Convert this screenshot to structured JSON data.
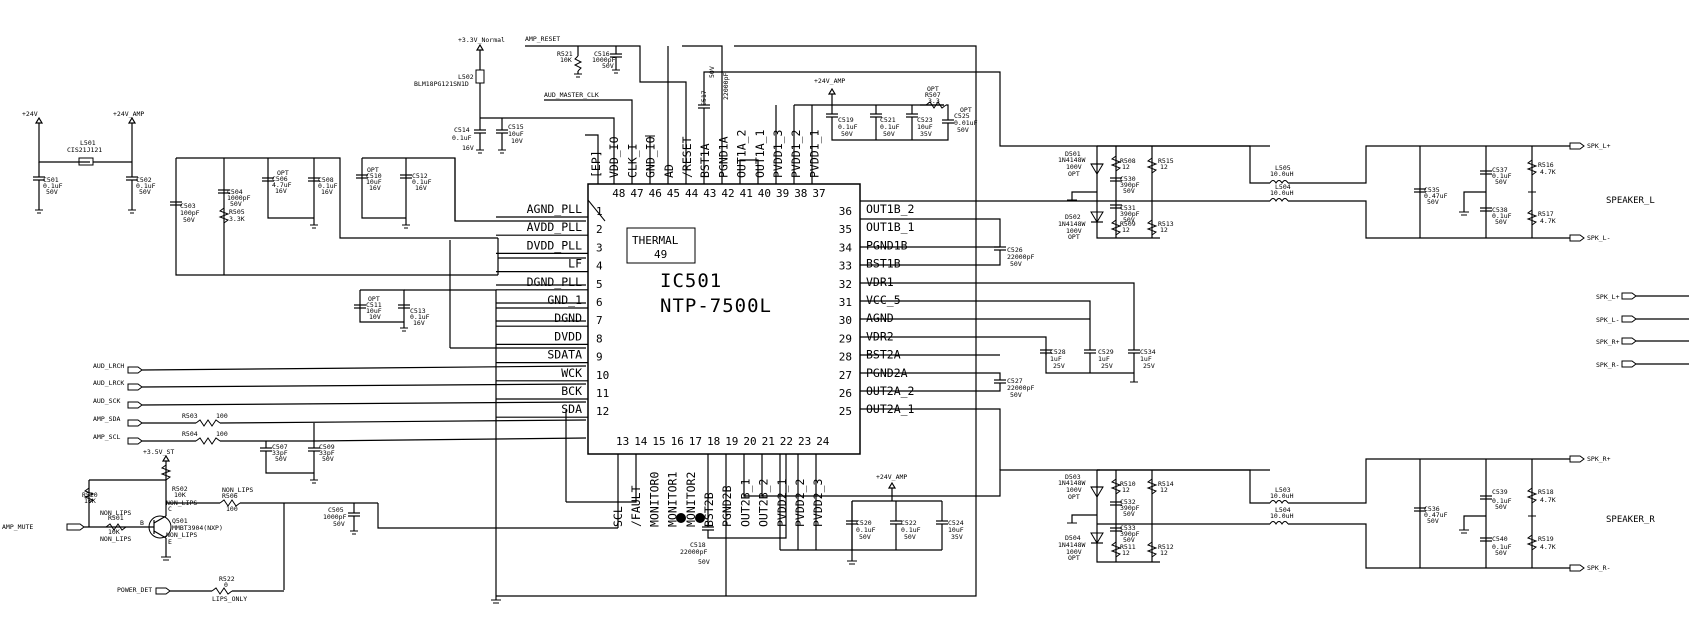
{
  "ic": {
    "ref": "IC501",
    "part": "NTP-7500L",
    "thermal_name": "THERMAL",
    "thermal_pin": "49",
    "left_pins": [
      {
        "name": "AGND_PLL",
        "num": "1"
      },
      {
        "name": "AVDD_PLL",
        "num": "2"
      },
      {
        "name": "DVDD_PLL",
        "num": "3"
      },
      {
        "name": "LF",
        "num": "4"
      },
      {
        "name": "DGND_PLL",
        "num": "5"
      },
      {
        "name": "GND_1",
        "num": "6"
      },
      {
        "name": "DGND",
        "num": "7"
      },
      {
        "name": "DVDD",
        "num": "8"
      },
      {
        "name": "SDATA",
        "num": "9"
      },
      {
        "name": "WCK",
        "num": "10"
      },
      {
        "name": "BCK",
        "num": "11"
      },
      {
        "name": "SDA",
        "num": "12"
      }
    ],
    "right_pins": [
      {
        "name": "OUT1B_2",
        "num": "36"
      },
      {
        "name": "OUT1B_1",
        "num": "35"
      },
      {
        "name": "PGND1B",
        "num": "34"
      },
      {
        "name": "BST1B",
        "num": "33"
      },
      {
        "name": "VDR1",
        "num": "32"
      },
      {
        "name": "VCC_5",
        "num": "31"
      },
      {
        "name": "AGND",
        "num": "30"
      },
      {
        "name": "VDR2",
        "num": "29"
      },
      {
        "name": "BST2A",
        "num": "28"
      },
      {
        "name": "PGND2A",
        "num": "27"
      },
      {
        "name": "OUT2A_2",
        "num": "26"
      },
      {
        "name": "OUT2A_1",
        "num": "25"
      }
    ],
    "top_pins": [
      {
        "name": "[EP]",
        "num": ""
      },
      {
        "name": "VDD_IO",
        "num": "48"
      },
      {
        "name": "CLK_I",
        "num": "47"
      },
      {
        "name": "GND_IO",
        "num": "46"
      },
      {
        "name": "AD",
        "num": "45"
      },
      {
        "name": "/RESET",
        "num": "44"
      },
      {
        "name": "BST1A",
        "num": "43"
      },
      {
        "name": "PGND1A",
        "num": "42"
      },
      {
        "name": "OUT1A_2",
        "num": "41"
      },
      {
        "name": "OUT1A_1",
        "num": "40"
      },
      {
        "name": "PVDD1_3",
        "num": "39"
      },
      {
        "name": "PVDD1_2",
        "num": "38"
      },
      {
        "name": "PVDD1_1",
        "num": "37"
      }
    ],
    "bottom_pins": [
      {
        "name": "SCL",
        "num": "13"
      },
      {
        "name": "/FAULT",
        "num": "14"
      },
      {
        "name": "MONITOR0",
        "num": "15"
      },
      {
        "name": "MONITOR1",
        "num": "16"
      },
      {
        "name": "MONITOR2",
        "num": "17"
      },
      {
        "name": "BST2B",
        "num": "18"
      },
      {
        "name": "PGND2B",
        "num": "19"
      },
      {
        "name": "OUT2B_1",
        "num": "20"
      },
      {
        "name": "OUT2B_2",
        "num": "21"
      },
      {
        "name": "PVDD2_1",
        "num": "22"
      },
      {
        "name": "PVDD2_2",
        "num": "23"
      },
      {
        "name": "PVDD2_3",
        "num": "24"
      }
    ]
  },
  "nets": {
    "p24v": "+24V",
    "p24v_amp": "+24V_AMP",
    "p24v_amp_top": "+24V_AMP",
    "p24v_amp_bot": "+24V_AMP",
    "p33v_normal": "+3.3V_Normal",
    "p35v_st": "+3.5V_ST",
    "amp_reset": "AMP_RESET",
    "aud_master_clk": "AUD_MASTER_CLK",
    "aud_lrch": "AUD_LRCH",
    "aud_lrck": "AUD_LRCK",
    "aud_sck": "AUD_SCK",
    "amp_sda": "AMP_SDA",
    "amp_scl": "AMP_SCL",
    "amp_mute": "AMP_MUTE",
    "power_det": "POWER_DET",
    "non_lips_1": "NON_LIPS",
    "non_lips_2": "NON_LIPS",
    "non_lips_3": "NON_LIPS",
    "non_lips_4": "NON_LIPS",
    "lips_only": "LIPS_ONLY",
    "spk_l_plus": "SPK_L+",
    "spk_l_minus": "SPK_L-",
    "spk_r_plus": "SPK_R+",
    "spk_r_minus": "SPK_R-",
    "spk_l_plus_2": "SPK_L+",
    "spk_l_minus_2": "SPK_L-",
    "spk_r_plus_2": "SPK_R+",
    "spk_r_minus_2": "SPK_R-"
  },
  "labels": {
    "speaker_l": "SPEAKER_L",
    "speaker_r": "SPEAKER_R"
  },
  "components": {
    "L501": "L501",
    "L501_v": "CIS21J121",
    "L502": "L502",
    "L502_v": "BLM18PG121SN1D",
    "C501": "C501",
    "C501_v": "0.1uF",
    "C501_r": "50V",
    "C502": "C502",
    "C502_v": "0.1uF",
    "C502_r": "50V",
    "C503": "C503",
    "C503_v": "100pF",
    "C503_r": "50V",
    "C504": "C504",
    "C504_v": "1000pF",
    "C504_r": "50V",
    "R505": "R505",
    "R505_v": "3.3K",
    "C506": "C506",
    "C506_v": "4.7uF",
    "C506_r": "16V",
    "opt_506": "OPT",
    "C508": "C508",
    "C508_v": "0.1uF",
    "C508_r": "16V",
    "C510": "C510",
    "C510_v": "10uF",
    "C510_r": "16V",
    "opt_510": "OPT",
    "C512": "C512",
    "C512_v": "0.1uF",
    "C512_r": "16V",
    "C514": "C514",
    "C514_v": "0.1uF",
    "C514_r": "16V",
    "C515": "C515",
    "C515_v": "10uF",
    "C515_r": "10V",
    "R521": "R521",
    "R521_v": "10K",
    "C516": "C516",
    "C516_v": "1000pF",
    "C516_r": "50V",
    "C517": "C517",
    "C517_v": "22000pF",
    "C517_r": "50V",
    "C519": "C519",
    "C519_v": "0.1uF",
    "C519_r": "50V",
    "C521": "C521",
    "C521_v": "0.1uF",
    "C521_r": "50V",
    "C523": "C523",
    "C523_v": "10uF",
    "C523_r": "35V",
    "R507": "R507",
    "R507_v": "3.3",
    "opt_507": "OPT",
    "C525": "C525",
    "C525_v": "0.01uF",
    "C525_r": "50V",
    "opt_525": "OPT",
    "C511": "C511",
    "C511_v": "10uF",
    "C511_r": "10V",
    "opt_511": "OPT",
    "C513": "C513",
    "C513_v": "0.1uF",
    "C513_r": "16V",
    "R503": "R503",
    "R503_v": "100",
    "R504": "R504",
    "R504_v": "100",
    "C507": "C507",
    "C507_v": "33pF",
    "C507_r": "50V",
    "C509": "C509",
    "C509_v": "33pF",
    "C509_r": "50V",
    "R520": "R520",
    "R520_v": "10K",
    "R502": "R502",
    "R502_v": "10K",
    "R501": "R501",
    "R501_v": "10K",
    "Q501": "Q501",
    "Q501_v": "MMBT3904(NXP)",
    "R506": "R506",
    "R506_v": "100",
    "C505": "C505",
    "C505_v": "1000pF",
    "C505_r": "50V",
    "R522": "R522",
    "R522_v": "0",
    "C518": "C518",
    "C518_v": "22000pF",
    "C518_r": "50V",
    "C520": "C520",
    "C520_v": "0.1uF",
    "C520_r": "50V",
    "C522": "C522",
    "C522_v": "0.1uF",
    "C522_r": "50V",
    "C524": "C524",
    "C524_v": "10uF",
    "C524_r": "35V",
    "C526": "C526",
    "C526_v": "22000pF",
    "C526_r": "50V",
    "C527": "C527",
    "C527_v": "22000pF",
    "C527_r": "50V",
    "C528": "C528",
    "C528_v": "1uF",
    "C528_r": "25V",
    "C529": "C529",
    "C529_v": "1uF",
    "C529_r": "25V",
    "C534": "C534",
    "C534_v": "1uF",
    "C534_r": "25V",
    "D501": "D501",
    "D501_v": "1N4148W",
    "D501_r": "100V",
    "D501_o": "OPT",
    "D502": "D502",
    "D502_v": "1N4148W",
    "D502_r": "100V",
    "D502_o": "OPT",
    "D503": "D503",
    "D503_v": "1N4148W",
    "D503_r": "100V",
    "D503_o": "OPT",
    "D504": "D504",
    "D504_v": "1N4148W",
    "D504_r": "100V",
    "D504_o": "OPT",
    "R508": "R508",
    "R508_v": "12",
    "R509": "R509",
    "R509_v": "12",
    "R510": "R510",
    "R510_v": "12",
    "R511": "R511",
    "R511_v": "12",
    "R512": "R512",
    "R512_v": "12",
    "R513": "R513",
    "R513_v": "12",
    "R514": "R514",
    "R514_v": "12",
    "R515": "R515",
    "R515_v": "12",
    "C530": "C530",
    "C530_v": "390pF",
    "C530_r": "50V",
    "C531": "C531",
    "C531_v": "390pF",
    "C531_r": "50V",
    "C532": "C532",
    "C532_v": "390pF",
    "C532_r": "50V",
    "C533": "C533",
    "C533_v": "390pF",
    "C533_r": "50V",
    "L505": "L505",
    "L505_v": "10.0uH",
    "L504a": "L504",
    "L504a_v": "10.0uH",
    "L503": "L503",
    "L503_v": "10.0uH",
    "L504b": "L504",
    "L504b_v": "10.0uH",
    "C535": "C535",
    "C535_v": "0.47uF",
    "C535_r": "50V",
    "C536": "C536",
    "C536_v": "0.47uF",
    "C536_r": "50V",
    "C537": "C537",
    "C537_v": "0.1uF",
    "C537_r": "50V",
    "C538": "C538",
    "C538_v": "0.1uF",
    "C538_r": "50V",
    "C539": "C539",
    "C539_v": "0.1uF",
    "C539_r": "50V",
    "C540": "C540",
    "C540_v": "0.1uF",
    "C540_r": "50V",
    "R516": "R516",
    "R516_v": "4.7K",
    "R517": "R517",
    "R517_v": "4.7K",
    "R518": "R518",
    "R518_v": "4.7K",
    "R519": "R519",
    "R519_v": "4.7K",
    "q_b": "B",
    "q_c": "C",
    "q_e": "E"
  }
}
